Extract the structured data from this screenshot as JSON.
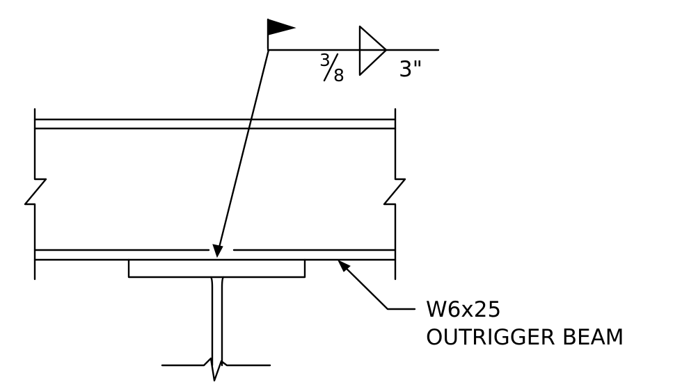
{
  "weld_symbol": {
    "size_numerator": "3",
    "size_denominator": "8",
    "length": "3\"",
    "field_weld_flag": "field-weld-flag-icon",
    "weld_type": "fillet-weld-icon"
  },
  "callout": {
    "section": "W6x25",
    "name": "OUTRIGGER BEAM"
  }
}
